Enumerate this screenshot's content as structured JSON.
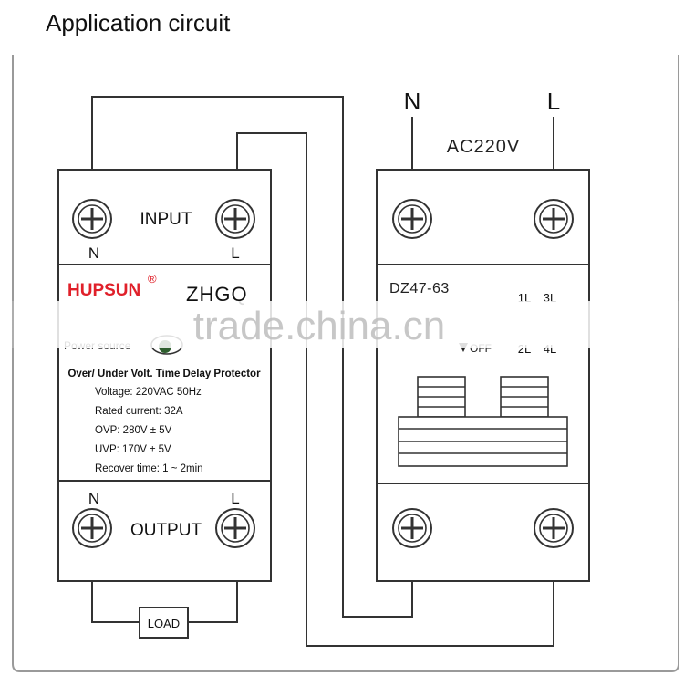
{
  "title": "Application circuit",
  "supply": {
    "n_label": "N",
    "l_label": "L",
    "voltage": "AC220V"
  },
  "protector": {
    "input_label": "INPUT",
    "output_label": "OUTPUT",
    "top_n": "N",
    "top_l": "L",
    "bottom_n": "N",
    "bottom_l": "L",
    "brand": "HUPSUN",
    "registered": "®",
    "model": "ZHGQ",
    "power_source": "Power source",
    "heading": "Over/ Under Volt. Time Delay Protector",
    "specs": [
      "Voltage: 220VAC 50Hz",
      "Rated current: 32A",
      "OVP: 280V ± 5V",
      "UVP: 170V ± 5V",
      "Recover time: 1 ~ 2min"
    ]
  },
  "breaker": {
    "model": "DZ47-63",
    "pin_1l": "1L",
    "pin_3l": "3L",
    "pin_2l": "2L",
    "pin_4l": "4L",
    "off_label": "OFF"
  },
  "load_label": "LOAD",
  "watermark": "trade.china.cn",
  "colors": {
    "line": "#333333",
    "brand": "#e0202a",
    "indicator": "#2e5e2e",
    "frame": "#999999"
  }
}
